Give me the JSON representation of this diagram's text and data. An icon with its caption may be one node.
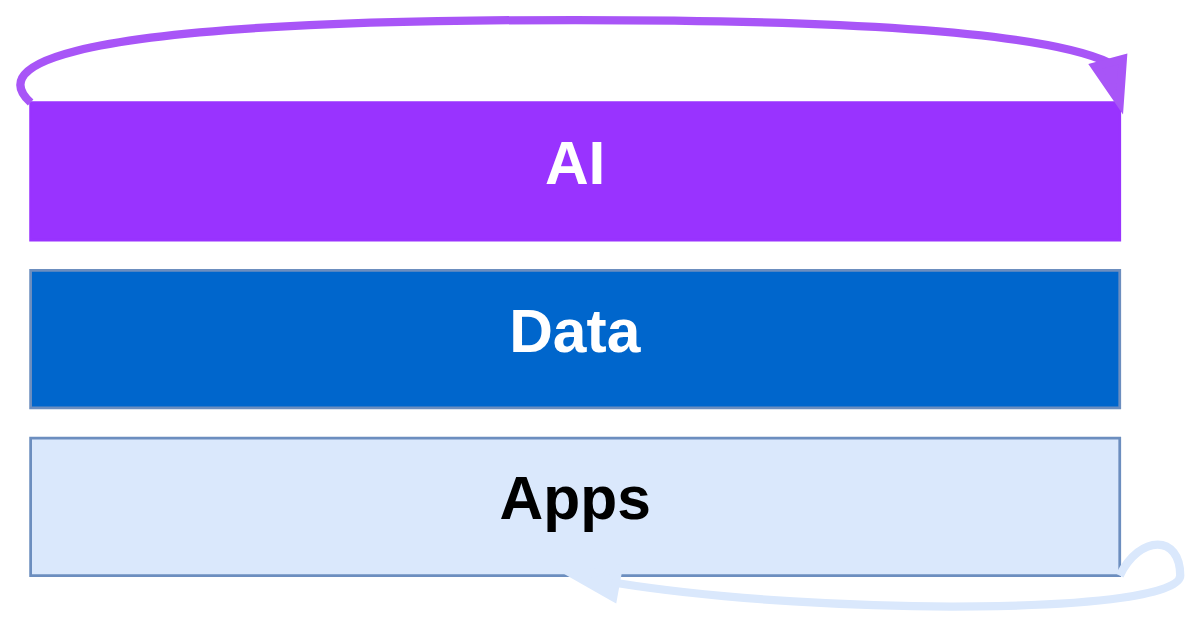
{
  "diagram": {
    "nodes": [
      {
        "text": [
          "AI"
        ]
      },
      {
        "text": [
          "Data"
        ]
      },
      {
        "text": [
          "Apps"
        ]
      }
    ],
    "edges": [
      {
        "from": 0,
        "to": 0,
        "arrow": "to",
        "color": "#a855f7"
      },
      {
        "from": 2,
        "to": 2,
        "arrow": "to",
        "color": "#dae8fc"
      }
    ]
  }
}
